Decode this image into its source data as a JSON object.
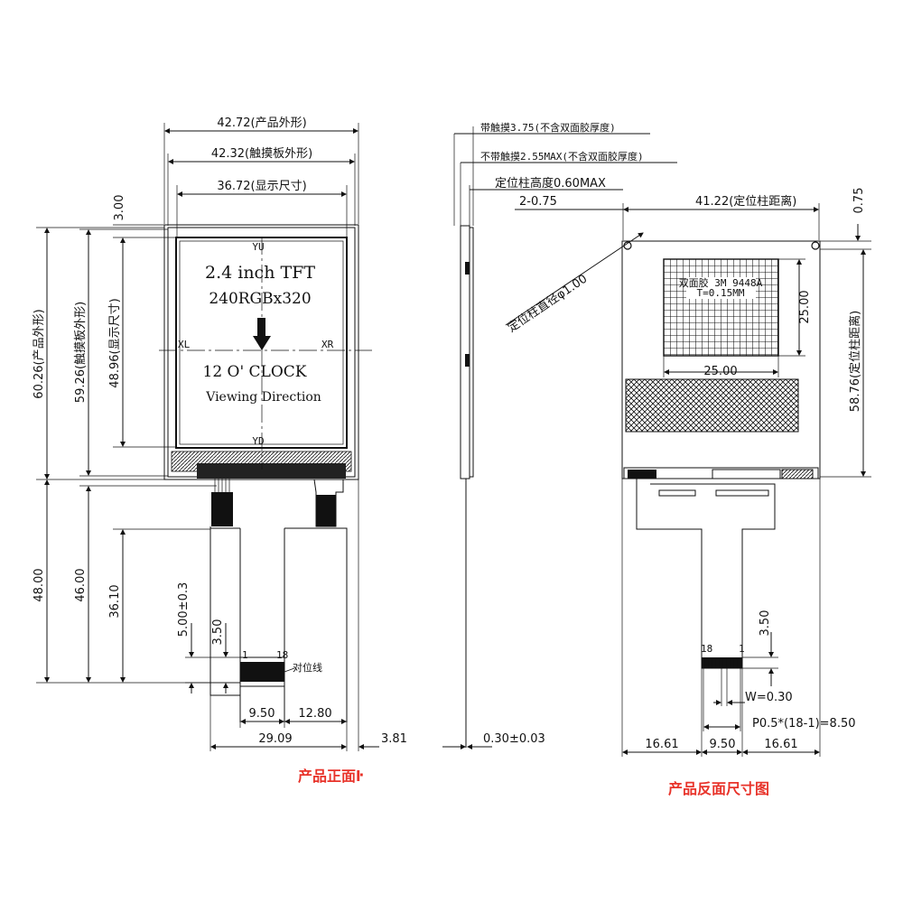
{
  "front": {
    "outline_width": "42.72(产品外形)",
    "touch_width": "42.32(触摸板外形)",
    "display_width": "36.72(显示尺寸)",
    "top_offset": "3.00",
    "outline_height": "60.26(产品外形)",
    "touch_height": "59.26(触摸板外形)",
    "display_height": "48.96(显示尺寸)",
    "fpc_total": "48.00",
    "fpc_46": "46.00",
    "fpc_36": "36.10",
    "tail_5": "5.00±0.3",
    "tail_35": "3.50",
    "w_950": "9.50",
    "w_1280": "12.80",
    "w_2909": "29.09",
    "w_381": "3.81",
    "line1": "2.4 inch TFT",
    "line2": "240RGBx320",
    "line3": "12 O' CLOCK",
    "line4": "Viewing Direction",
    "yu": "YU",
    "yd": "YD",
    "xl": "XL",
    "xr": "XR",
    "pin1": "1",
    "pin18": "18",
    "align_mark": "对位线",
    "caption": "产品正面ŀ"
  },
  "side": {
    "t_touch": "带触摸3.75(不含双面胶厚度)",
    "t_notouch": "不带触摸2.55MAX(不含双面胶厚度)",
    "pin_height": "定位柱高度0.60MAX",
    "fpc_thk": "0.30±0.03"
  },
  "back": {
    "holes": "2-0.75",
    "pin_dist_h": "41.22(定位柱距离)",
    "dim_075": "0.75",
    "pin_dia": "定位柱直径φ1.00",
    "tape1": "双面胶 3M 9448A",
    "tape2": "T=0.15MM",
    "sq_h": "25.00",
    "sq_w": "25.00",
    "pin_dist_v": "58.76(定位柱距离)",
    "dim_350": "3.50",
    "pin18": "18",
    "pin1": "1",
    "w": "W=0.30",
    "pitch": "P0.5*(18-1)=8.50",
    "b_1661a": "16.61",
    "b_950": "9.50",
    "b_1661b": "16.61",
    "caption": "产品反面尺寸图"
  }
}
